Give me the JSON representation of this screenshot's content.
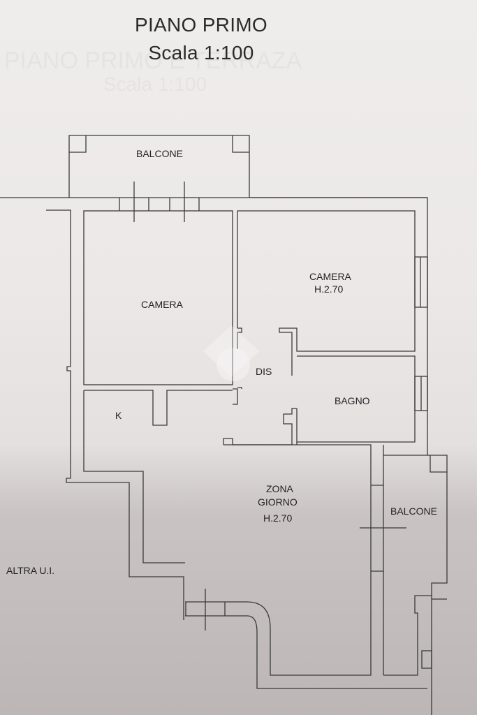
{
  "header": {
    "title": "PIANO PRIMO",
    "scale": "Scala 1:100"
  },
  "ghost_text": {
    "line1": "PIANO PRIMO E TERRAZA",
    "line2": "Scala 1:100"
  },
  "rooms": [
    {
      "id": "balcone-top",
      "name": "BALCONE",
      "height": ""
    },
    {
      "id": "camera-left",
      "name": "CAMERA",
      "height": ""
    },
    {
      "id": "camera-right",
      "name": "CAMERA",
      "height": "H.2.70"
    },
    {
      "id": "dis",
      "name": "DIS",
      "height": ""
    },
    {
      "id": "bagno",
      "name": "BAGNO",
      "height": ""
    },
    {
      "id": "kitchen",
      "name": "K",
      "height": ""
    },
    {
      "id": "zona-giorno",
      "name": "ZONA",
      "name2": "GIORNO",
      "height": "H.2.70"
    },
    {
      "id": "balcone-right",
      "name": "BALCONE",
      "height": ""
    }
  ],
  "annotations": {
    "neighbor": "ALTRA U.I."
  },
  "colors": {
    "line": "#3a3a3a",
    "text": "#232323"
  }
}
